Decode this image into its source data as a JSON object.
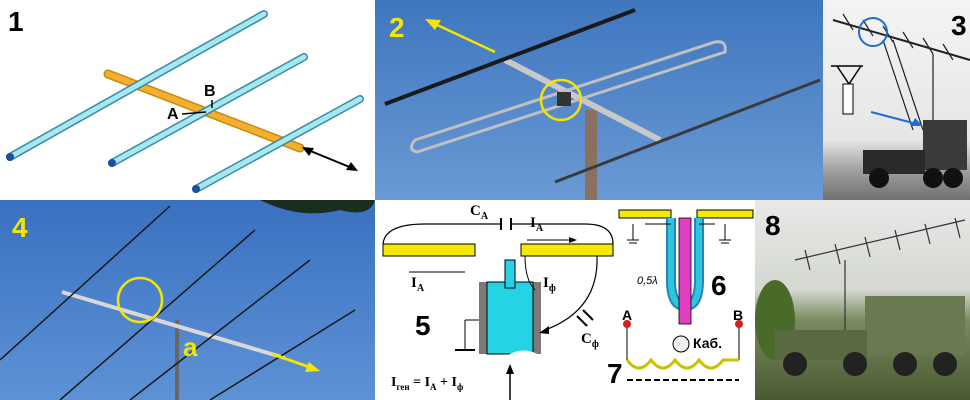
{
  "panels": {
    "p1": {
      "number": "1",
      "label_a": "A",
      "label_b": "B"
    },
    "p2": {
      "number": "2"
    },
    "p3": {
      "number": "3"
    },
    "p4": {
      "number": "4",
      "label_a": "a"
    },
    "p5": {
      "number": "5",
      "c_a": "C",
      "c_a_sub": "A",
      "i_a_top": "I",
      "i_a_top_sub": "A",
      "i_a_left": "I",
      "i_a_left_sub": "A",
      "i_phi": "I",
      "i_phi_sub": "ф",
      "c_phi": "C",
      "c_phi_sub": "ф",
      "formula": "I",
      "formula_sub": "ген",
      "formula_rest": " = I",
      "formula_sub2": "A",
      "formula_rest2": " + I",
      "formula_sub3": "ф"
    },
    "p6": {
      "number": "6",
      "quarter_wave": "0,5λ"
    },
    "p7": {
      "number": "7",
      "label_a": "A",
      "label_b": "B",
      "cable": "Каб."
    },
    "p8": {
      "number": "8"
    }
  },
  "colors": {
    "number_black": "#000000",
    "number_yellow": "#f2e600",
    "element_cyan": "#8fdce8",
    "boom_orange": "#f0a020",
    "sky_blue": "#4a80c0",
    "yellow_strip": "#f3ea00",
    "magenta": "#e040c0"
  }
}
